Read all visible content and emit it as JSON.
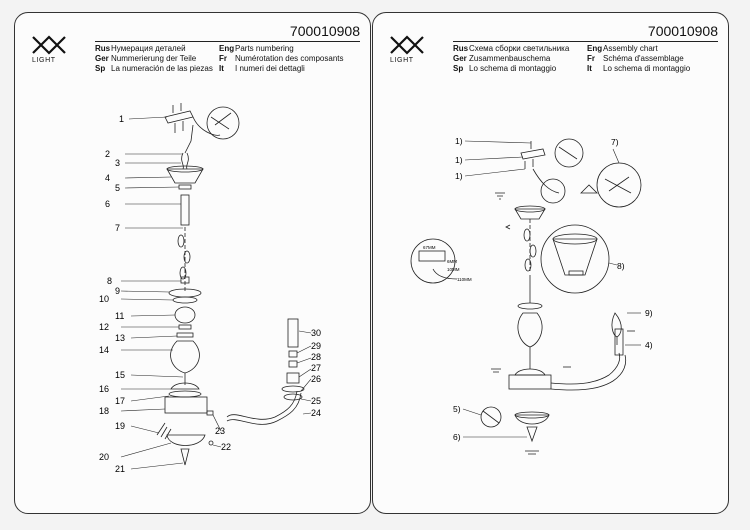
{
  "left": {
    "logo_text": "LIGHT",
    "code": "700010908",
    "col1": [
      {
        "lang": "Rus",
        "text": "Нумерация деталей"
      },
      {
        "lang": "Ger",
        "text": "Nummerierung der Teile"
      },
      {
        "lang": "Sp",
        "text": "La numeración de las piezas"
      }
    ],
    "col2": [
      {
        "lang": "Eng",
        "text": "Parts numbering"
      },
      {
        "lang": "Fr",
        "text": "Numérotation des composants"
      },
      {
        "lang": "It",
        "text": "I numeri dei dettagli"
      }
    ],
    "parts": [
      "1",
      "2",
      "3",
      "4",
      "5",
      "6",
      "7",
      "8",
      "9",
      "10",
      "11",
      "12",
      "13",
      "14",
      "15",
      "16",
      "17",
      "18",
      "19",
      "20",
      "21",
      "22",
      "23",
      "24",
      "25",
      "26",
      "27",
      "28",
      "29",
      "30"
    ]
  },
  "right": {
    "logo_text": "LIGHT",
    "code": "700010908",
    "col1": [
      {
        "lang": "Rus",
        "text": "Схема сборки светильника"
      },
      {
        "lang": "Ger",
        "text": "Zusammenbauschema"
      },
      {
        "lang": "Sp",
        "text": "Lo schema di montaggio"
      }
    ],
    "col2": [
      {
        "lang": "Eng",
        "text": "Assembly chart"
      },
      {
        "lang": "Fr",
        "text": "Schéma d'assemblage"
      },
      {
        "lang": "It",
        "text": "Lo schema di montaggio"
      }
    ],
    "steps": [
      "1)",
      "1)",
      "1)",
      "7)",
      "8)",
      "9)",
      "4)",
      "5)",
      "6)"
    ],
    "dims": [
      "67MM",
      "6MM",
      "10MM",
      "110MM"
    ]
  }
}
